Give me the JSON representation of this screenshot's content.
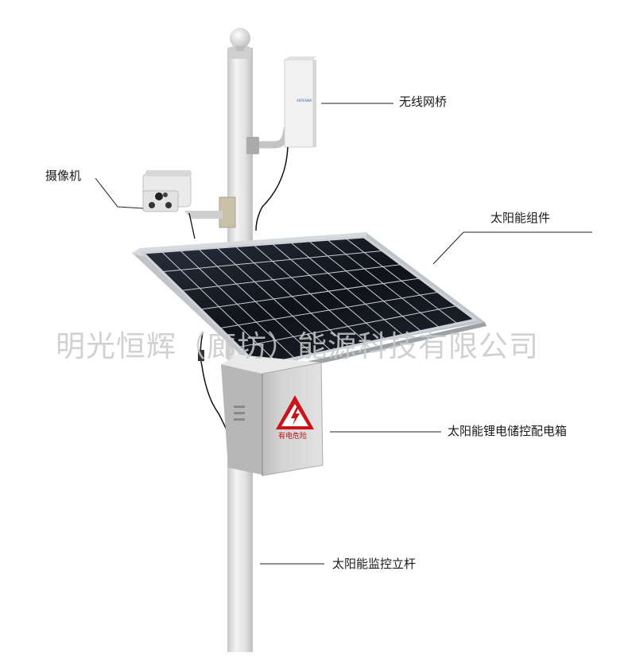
{
  "labels": {
    "wireless_bridge": "无线网桥",
    "camera": "摄像机",
    "solar_panel": "太阳能组件",
    "control_box": "太阳能锂电储控配电箱",
    "pole": "太阳能监控立杆"
  },
  "watermark": "明光恒辉（廊坊）能源科技有限公司",
  "box_warning": "有电危险",
  "bridge_brand": "ANTENNA",
  "colors": {
    "pole": "#e6e6e6",
    "panel_cell": "#12151c",
    "panel_frame": "#c9ccd0",
    "box": "#d9d9d9",
    "warning_red": "#c8151b",
    "leader_line": "#222222"
  }
}
